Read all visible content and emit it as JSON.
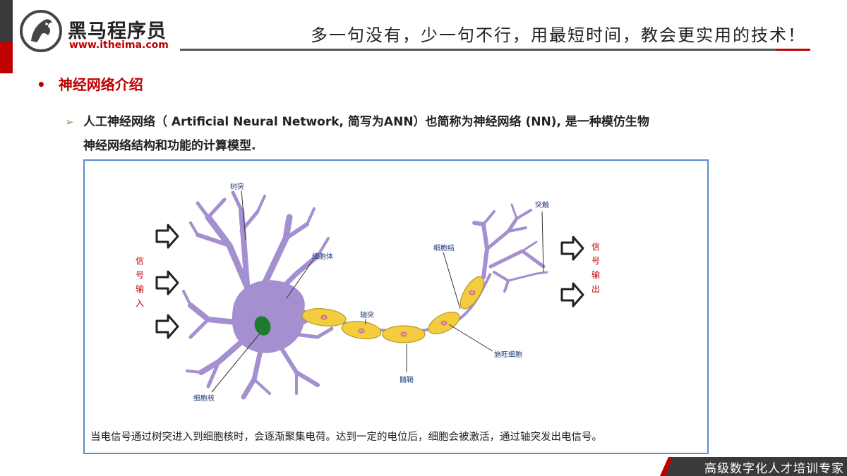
{
  "header": {
    "brand_name": "黑马程序员",
    "brand_url": "www.itheima.com",
    "slogan": "多一句没有，少一句不行，用最短时间，教会更实用的技术！"
  },
  "section": {
    "bullet": "•",
    "title": "神经网络介绍"
  },
  "paragraph": {
    "marker": "➢",
    "line1": "人工神经网络（ Artificial Neural Network, 简写为ANN）也简称为神经网络 (NN), 是一种模仿生物",
    "line2": "神经网络结构和功能的计算模型."
  },
  "figure": {
    "labels": {
      "dendrite": "树突",
      "cell_body": "细胞体",
      "axon": "轴突",
      "nucleus": "细胞核",
      "myelin": "髓鞘",
      "node": "细胞结",
      "schwann": "施旺细胞",
      "synapse": "突触"
    },
    "input_label": [
      "信",
      "号",
      "输",
      "入"
    ],
    "output_label": [
      "信",
      "号",
      "输",
      "出"
    ],
    "caption": "当电信号通过树突进入到细胞核时，会逐渐聚集电荷。达到一定的电位后，细胞会被激活，通过轴突发出电信号。"
  },
  "footer": {
    "text": "高级数字化人才培训专家"
  },
  "colors": {
    "accent_red": "#c00000",
    "neuron_purple": "#a48fd0",
    "myelin_yellow": "#f3cc40",
    "nucleus_green": "#1e7a2e",
    "frame_blue": "#5b8bd1"
  }
}
